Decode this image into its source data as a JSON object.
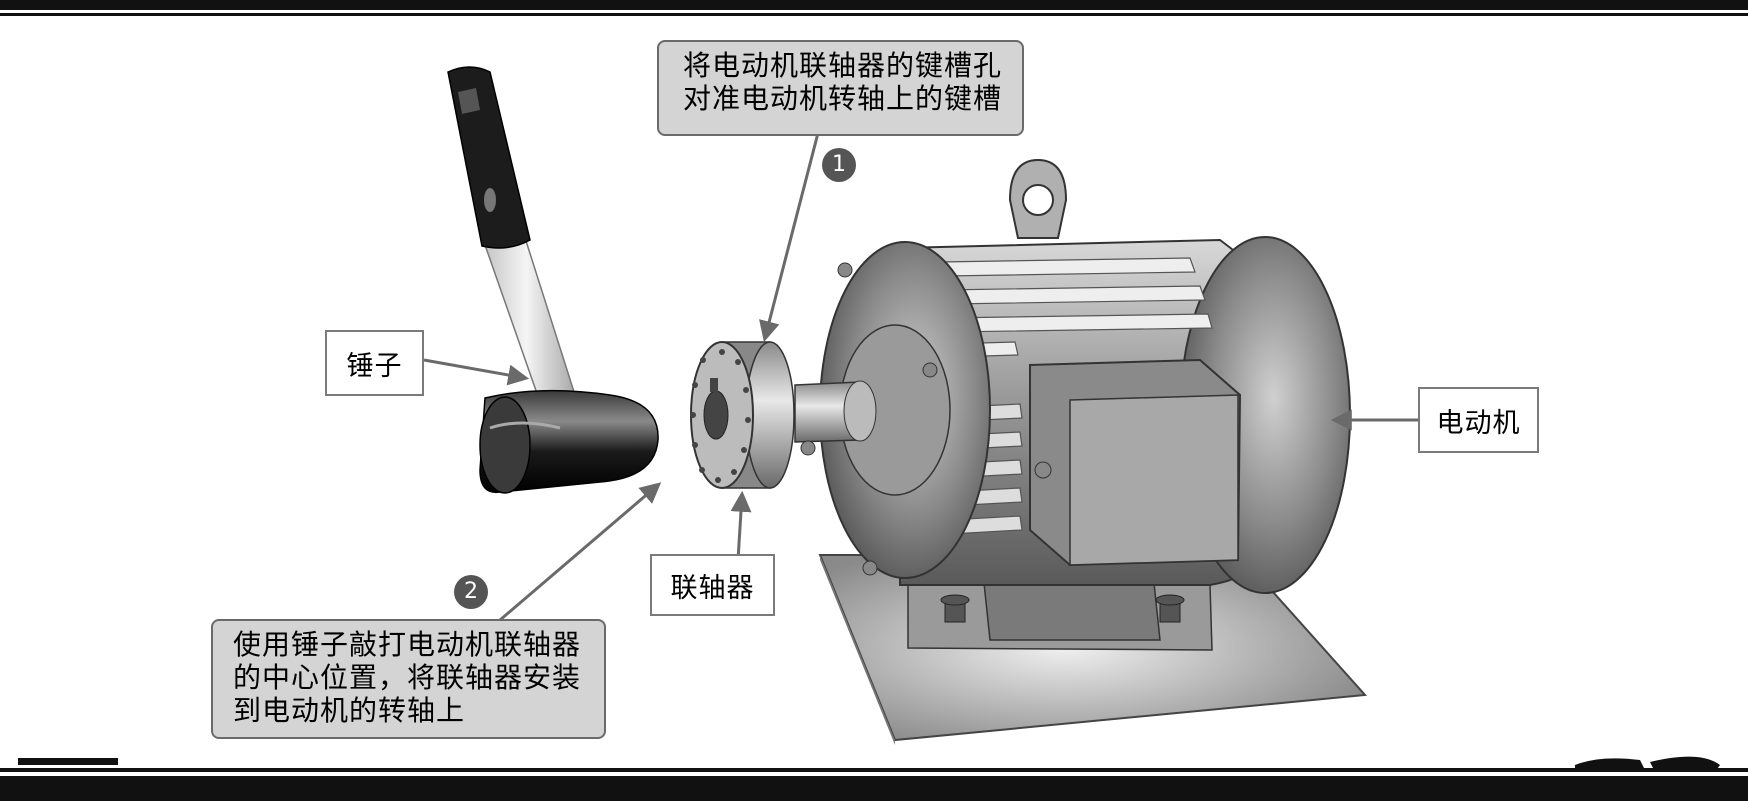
{
  "callouts": {
    "step1": {
      "badge": "1",
      "lines": [
        "将电动机联轴器的键槽孔",
        "对准电动机转轴上的键槽"
      ]
    },
    "step2": {
      "badge": "2",
      "lines": [
        "使用锤子敲打电动机联轴器",
        "的中心位置，将联轴器安装",
        "到电动机的转轴上"
      ]
    }
  },
  "labels": {
    "hammer": "锤子",
    "coupling": "联轴器",
    "motor": "电动机"
  },
  "colors": {
    "callout_fill": "#d4d4d4",
    "badge_fill": "#555555",
    "arrow": "#6a6a6a"
  }
}
